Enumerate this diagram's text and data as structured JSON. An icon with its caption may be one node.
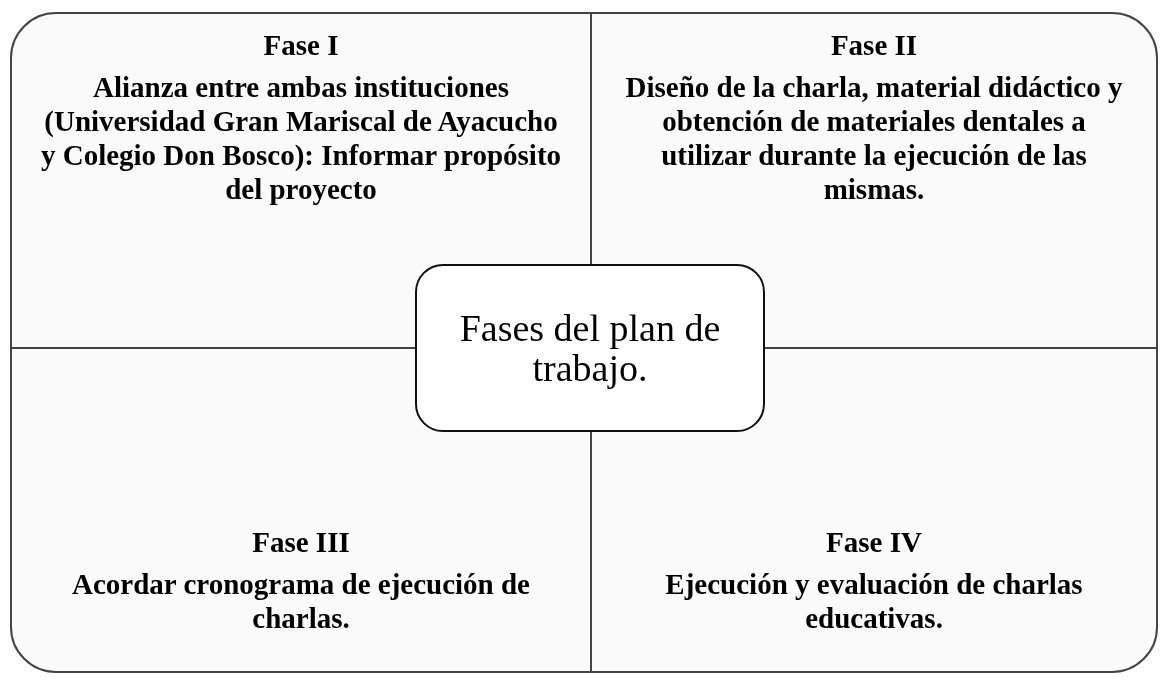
{
  "diagram": {
    "nodes": [
      {
        "text": [
          "Fase I",
          "Alianza entre ambas instituciones (Universidad Gran Mariscal de  Ayacucho y Colegio Don Bosco): Informar propósito del proyecto"
        ]
      },
      {
        "text": [
          "Fase II",
          "Diseño de la charla, material didáctico y obtención de materiales dentales a utilizar durante la ejecución de las mismas."
        ]
      },
      {
        "text": [
          "Fases del plan de trabajo."
        ]
      },
      {
        "text": [
          "Fase III",
          "Acordar cronograma  de ejecución de charlas."
        ]
      },
      {
        "text": [
          "Fase IV",
          "Ejecución y evaluación de charlas educativas."
        ]
      }
    ]
  }
}
